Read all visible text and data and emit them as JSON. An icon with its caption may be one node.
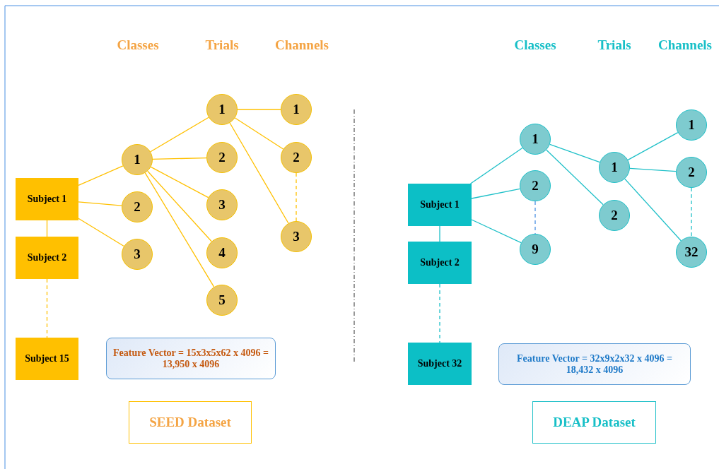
{
  "diagram": {
    "nodes": [
      {
        "text": [
          "Subject 1"
        ]
      },
      {
        "text": [
          "Subject 2"
        ]
      },
      {
        "text": [
          "Subject 15"
        ]
      },
      {
        "text": [
          "1"
        ]
      },
      {
        "text": [
          "2"
        ]
      },
      {
        "text": [
          "3"
        ]
      },
      {
        "text": [
          "1"
        ]
      },
      {
        "text": [
          "2"
        ]
      },
      {
        "text": [
          "3"
        ]
      },
      {
        "text": [
          "4"
        ]
      },
      {
        "text": [
          "5"
        ]
      },
      {
        "text": [
          "1"
        ]
      },
      {
        "text": [
          "2"
        ]
      },
      {
        "text": [
          "3"
        ]
      },
      {
        "text": [
          "Feature Vector = 15x3x5x62 x 4096 = 13,950 x 4096"
        ]
      },
      {
        "text": [
          "SEED Dataset"
        ]
      },
      {
        "text": [
          "Subject 1"
        ]
      },
      {
        "text": [
          "Subject 2"
        ]
      },
      {
        "text": [
          "Subject 32"
        ]
      },
      {
        "text": [
          "1"
        ]
      },
      {
        "text": [
          "2"
        ]
      },
      {
        "text": [
          "9"
        ]
      },
      {
        "text": [
          "1"
        ]
      },
      {
        "text": [
          "2"
        ]
      },
      {
        "text": [
          "1"
        ]
      },
      {
        "text": [
          "2"
        ]
      },
      {
        "text": [
          "32"
        ]
      },
      {
        "text": [
          "Feature Vector = 32x9x2x32 x 4096 = 18,432 x 4096"
        ]
      },
      {
        "text": [
          "DEAP Dataset"
        ]
      }
    ],
    "edges": [
      {
        "from": 0,
        "to": 1,
        "arrow": "none"
      },
      {
        "from": 1,
        "to": 2,
        "arrow": "none",
        "style": "dashed"
      },
      {
        "from": 0,
        "to": 3,
        "arrow": "none"
      },
      {
        "from": 0,
        "to": 4,
        "arrow": "none"
      },
      {
        "from": 0,
        "to": 5,
        "arrow": "none"
      },
      {
        "from": 3,
        "to": 6,
        "arrow": "none"
      },
      {
        "from": 3,
        "to": 7,
        "arrow": "none"
      },
      {
        "from": 3,
        "to": 8,
        "arrow": "none"
      },
      {
        "from": 3,
        "to": 9,
        "arrow": "none"
      },
      {
        "from": 3,
        "to": 10,
        "arrow": "none"
      },
      {
        "from": 6,
        "to": 11,
        "arrow": "none"
      },
      {
        "from": 6,
        "to": 12,
        "arrow": "none"
      },
      {
        "from": 6,
        "to": 13,
        "arrow": "none"
      },
      {
        "from": 12,
        "to": 13,
        "arrow": "none",
        "style": "dashed"
      },
      {
        "from": 16,
        "to": 17,
        "arrow": "none",
        "color": "#1fc0c8"
      },
      {
        "from": 17,
        "to": 18,
        "arrow": "none",
        "style": "dashed",
        "color": "#1fc0c8"
      },
      {
        "from": 16,
        "to": 19,
        "arrow": "none",
        "color": "#1fc0c8"
      },
      {
        "from": 16,
        "to": 20,
        "arrow": "none",
        "color": "#1fc0c8"
      },
      {
        "from": 16,
        "to": 21,
        "arrow": "none",
        "color": "#1fc0c8"
      },
      {
        "from": 20,
        "to": 21,
        "arrow": "none",
        "style": "dashed",
        "color": "#4a90e2"
      },
      {
        "from": 19,
        "to": 22,
        "arrow": "none",
        "color": "#1fc0c8"
      },
      {
        "from": 19,
        "to": 23,
        "arrow": "none",
        "color": "#1fc0c8"
      },
      {
        "from": 22,
        "to": 24,
        "arrow": "none",
        "color": "#1fc0c8"
      },
      {
        "from": 22,
        "to": 25,
        "arrow": "none",
        "color": "#1fc0c8"
      },
      {
        "from": 22,
        "to": 26,
        "arrow": "none",
        "color": "#1fc0c8"
      },
      {
        "from": 25,
        "to": 26,
        "arrow": "none",
        "style": "dashed",
        "color": "#1fc0c8"
      }
    ],
    "labels": [
      "Classes",
      "Trials",
      "Channels",
      "Classes",
      "Trials",
      "Channels"
    ]
  }
}
